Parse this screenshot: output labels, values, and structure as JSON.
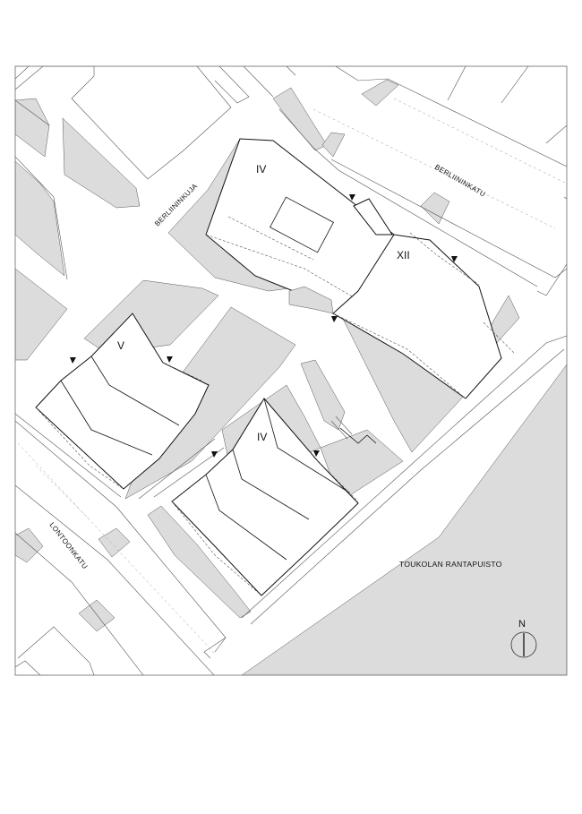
{
  "streets": {
    "berliininkuja": "BERLIININKUJA",
    "berliininkatu": "BERLIININKATU",
    "lontoonkatu": "LONTOONKATU",
    "park": "TOUKOLAN RANTAPUISTO"
  },
  "buildings": {
    "north_west_floors": "IV",
    "north_east_floors": "XII",
    "west_floors": "V",
    "south_floors": "IV"
  },
  "north_arrow": {
    "label": "N",
    "icon": "north-arrow-icon"
  },
  "colors": {
    "fill_grey": "#dcdcdc",
    "line": "#111111",
    "background": "#ffffff"
  }
}
